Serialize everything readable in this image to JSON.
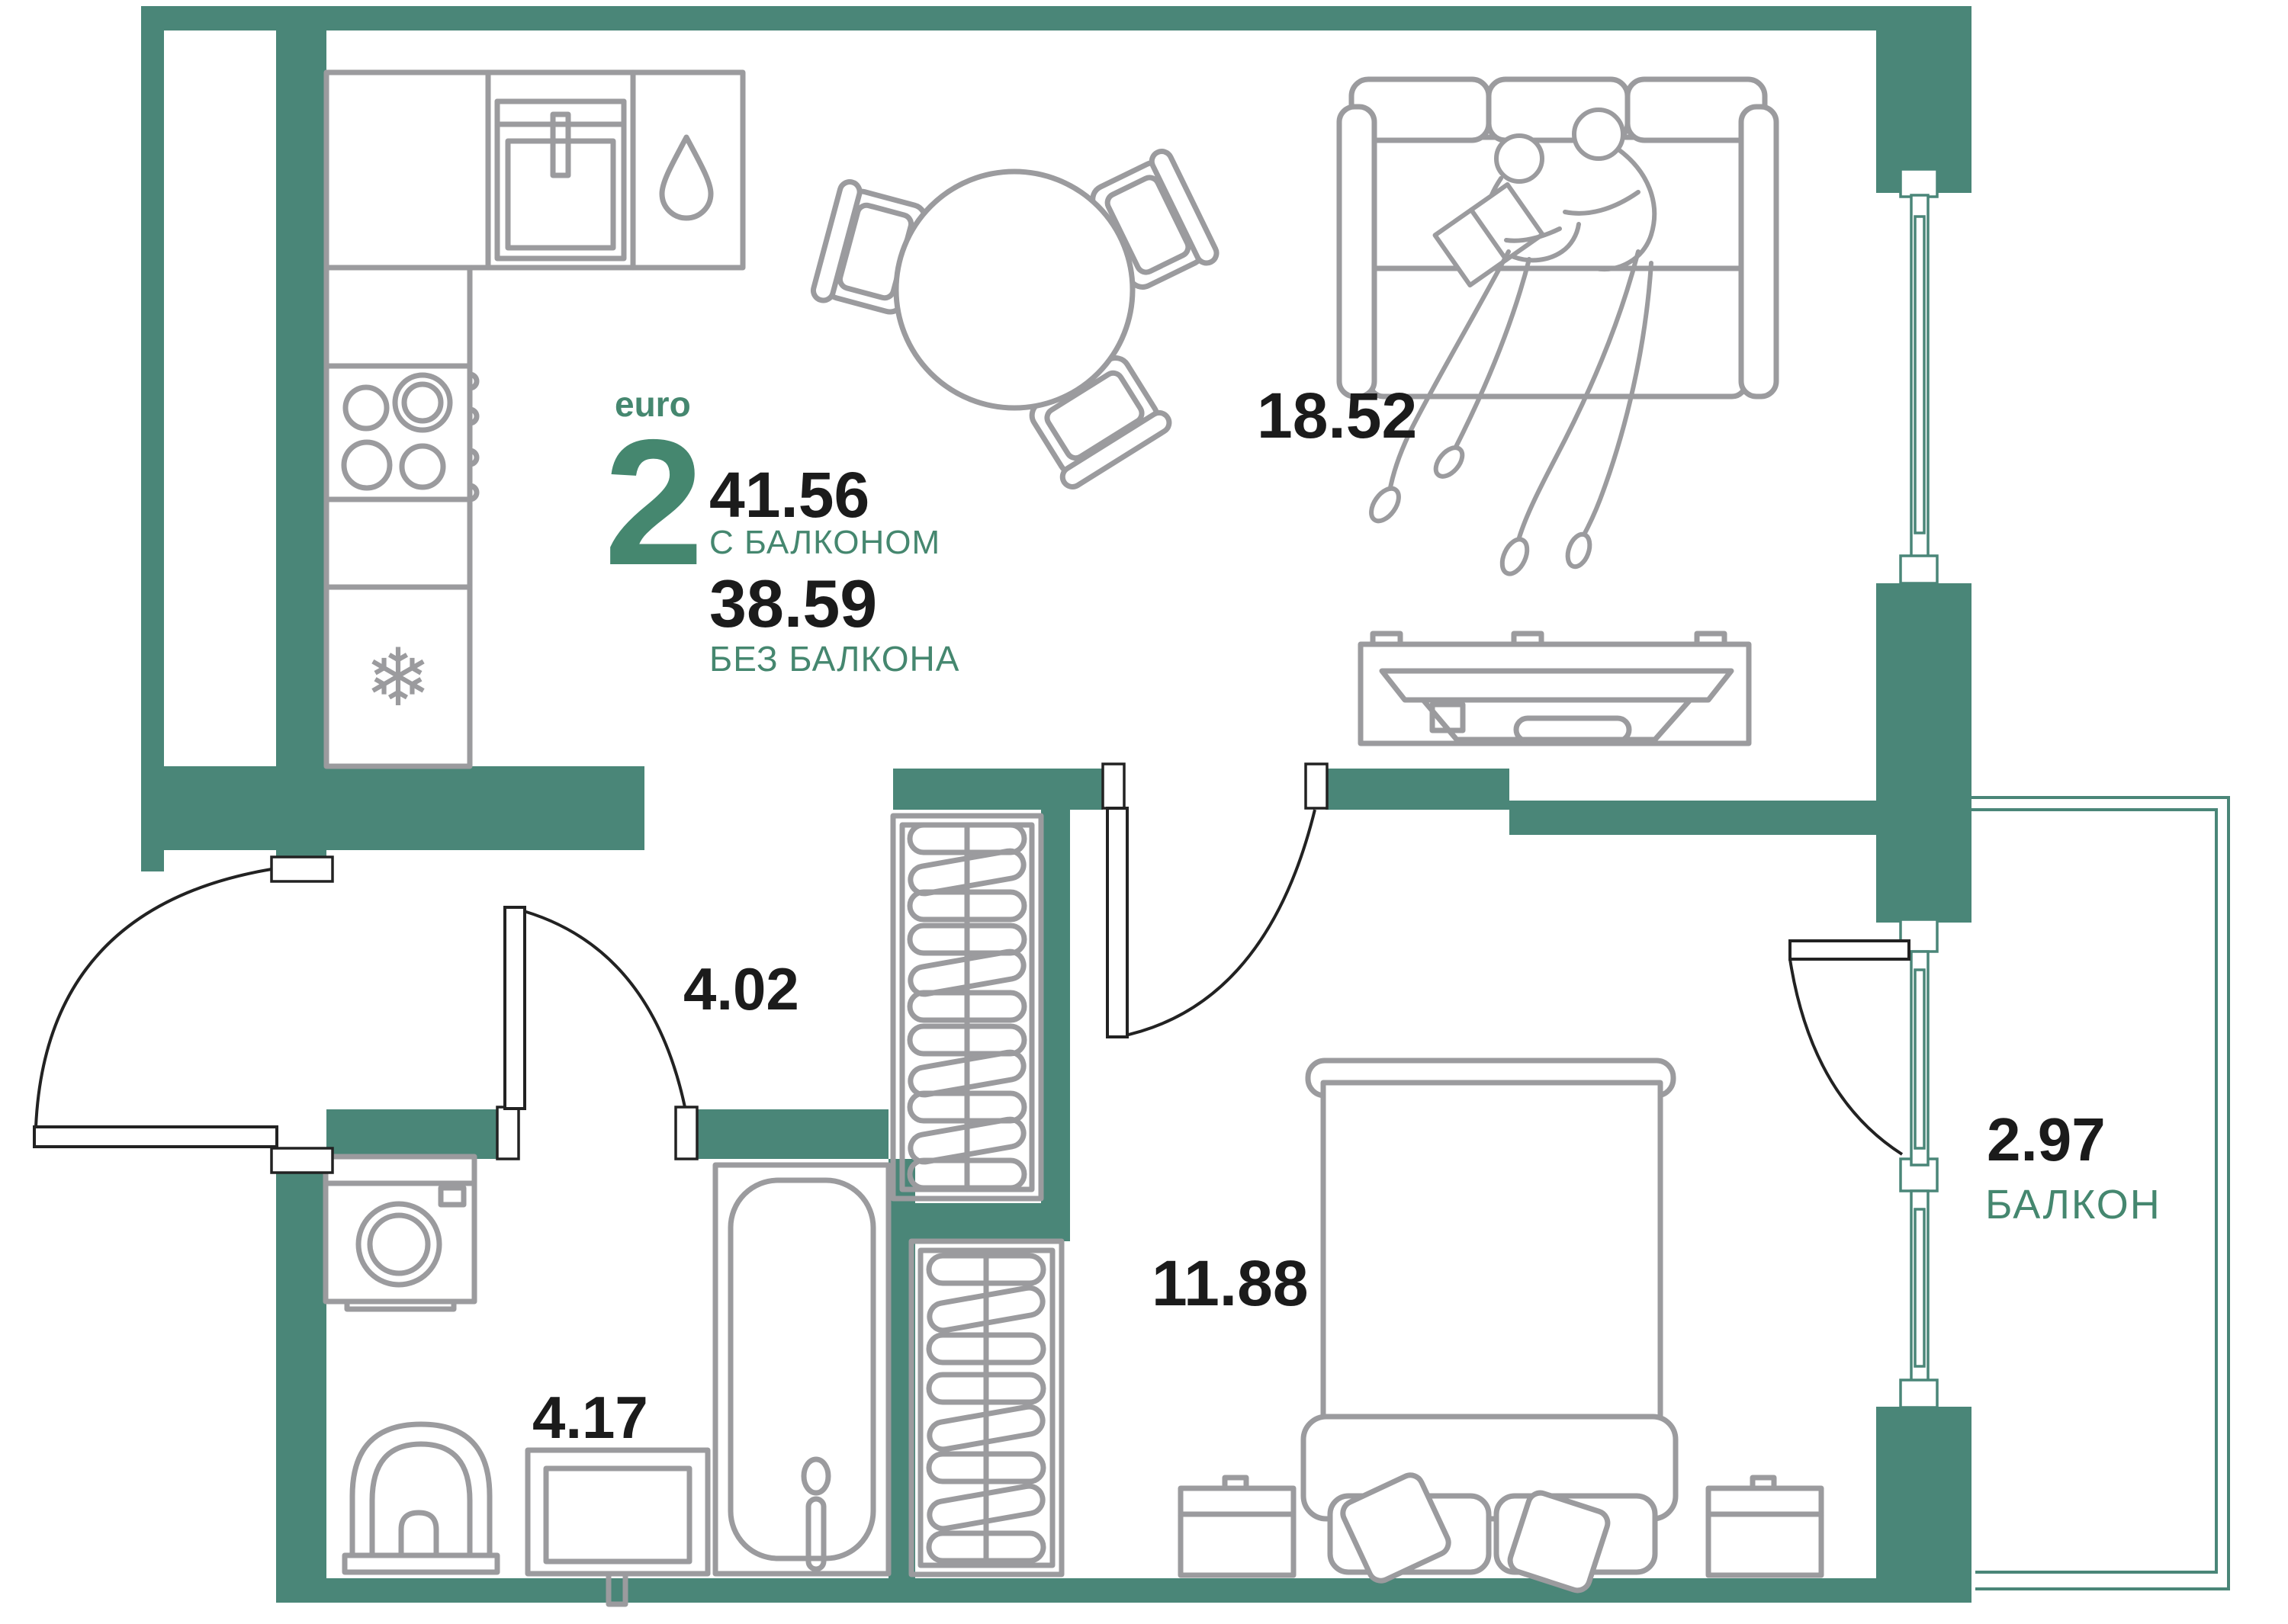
{
  "unit": {
    "type_label": "euro",
    "rooms_count": "2",
    "area_with_balcony": "41.56",
    "with_balcony_label": "С БАЛКОНОМ",
    "area_without_balcony": "38.59",
    "without_balcony_label": "БЕЗ БАЛКОНА"
  },
  "rooms": {
    "living_kitchen": {
      "area": "18.52"
    },
    "hallway": {
      "area": "4.02"
    },
    "bathroom": {
      "area": "4.17"
    },
    "bedroom": {
      "area": "11.88"
    },
    "balcony": {
      "area": "2.97",
      "name": "БАЛКОН"
    }
  },
  "icons": {
    "fridge_snowflake": "❄"
  },
  "colors": {
    "wall": "#4a8678",
    "furniture_line": "#9b9b9e",
    "accent_text": "#45876f",
    "number_text": "#1b1b1b",
    "door_line": "#222222",
    "background": "#ffffff"
  }
}
